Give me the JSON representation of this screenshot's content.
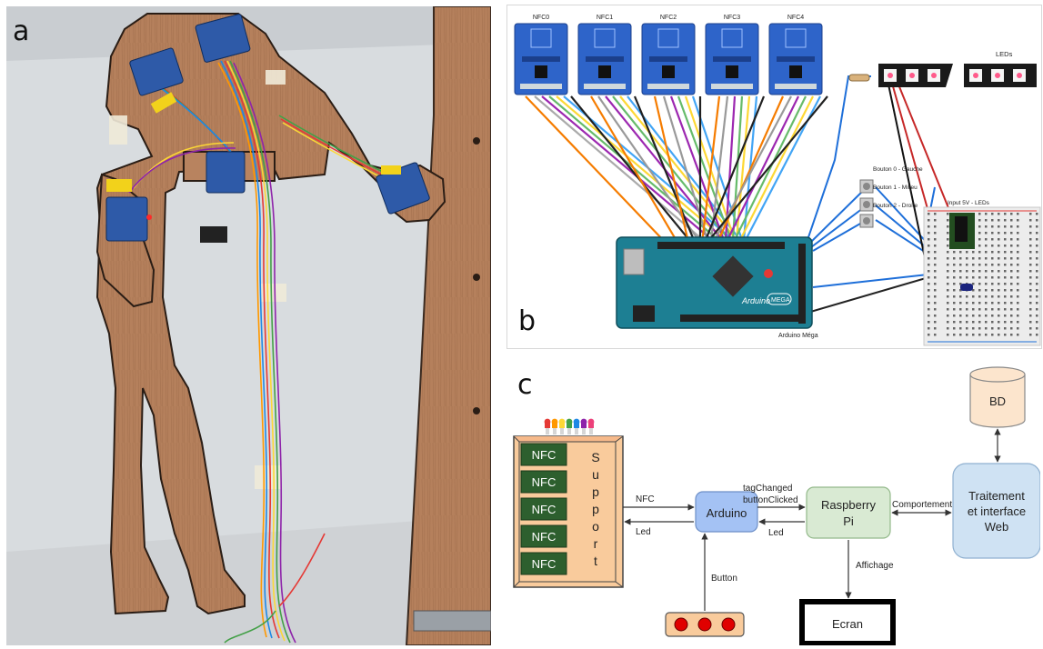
{
  "panel_a": {
    "letter": "a"
  },
  "panel_b": {
    "letter": "b",
    "nfc_labels": [
      "NFC0",
      "NFC1",
      "NFC2",
      "NFC3",
      "NFC4"
    ],
    "leds_label": "LEDs",
    "button_labels": [
      "Bouton 0 - Gauche",
      "Bouton 1 - Milieu",
      "Bouton 2 - Droite"
    ],
    "input_label": "Input 5V - LEDs",
    "arduino_label": "Arduino Méga",
    "board_brand": "Arduino",
    "board_model": "MEGA",
    "colors": {
      "board": "#1d7f93",
      "nfc_board": "#2e64c9",
      "wood": "#b07a55"
    }
  },
  "panel_c": {
    "letter": "c",
    "support_label": "Support",
    "support_letters": [
      "S",
      "u",
      "p",
      "p",
      "o",
      "r",
      "t"
    ],
    "nfc_tags": [
      "NFC",
      "NFC",
      "NFC",
      "NFC",
      "NFC"
    ],
    "arduino": "Arduino",
    "raspberry": [
      "Raspberry",
      "Pi"
    ],
    "traitement": [
      "Traitement",
      "et interface",
      "Web"
    ],
    "bd": "BD",
    "ecran": "Ecran",
    "edges": {
      "nfc": "NFC",
      "led_left": "Led",
      "tag_changed": "tagChanged",
      "button_clicked": "buttonClicked",
      "led_right": "Led",
      "comportement": "Comportement",
      "button": "Button",
      "affichage": "Affichage"
    },
    "led_colors": [
      "#e53935",
      "#ff9800",
      "#fdd835",
      "#43a047",
      "#1e88e5",
      "#8e24aa",
      "#ec407a"
    ],
    "colors": {
      "support": "#f9cb9c",
      "nfc": "#2d5f2e",
      "arduino": "#a4c2f4",
      "raspberry": "#d9ead3",
      "traitement": "#cfe2f3",
      "bd": "#fce5cd",
      "buttons_fill": "#f9cb9c",
      "button_dot": "#e00000"
    }
  }
}
